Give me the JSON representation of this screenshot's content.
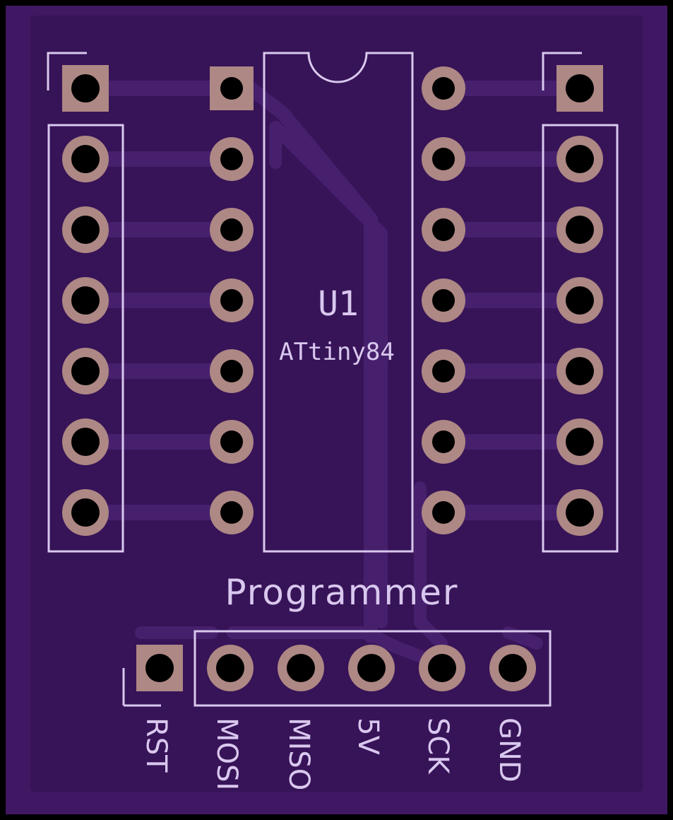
{
  "board": {
    "colors": {
      "board": "#3f1762",
      "pour": "#371358",
      "trace": "#47206d",
      "silk": "#d9c8ee",
      "pad": "#ad8884",
      "hole": "#000000"
    }
  },
  "u1": {
    "ref": "U1",
    "value": "ATtiny84"
  },
  "programmer": {
    "title": "Programmer",
    "pins": [
      "RST",
      "MOSI",
      "MISO",
      "5V",
      "SCK",
      "GND"
    ]
  }
}
